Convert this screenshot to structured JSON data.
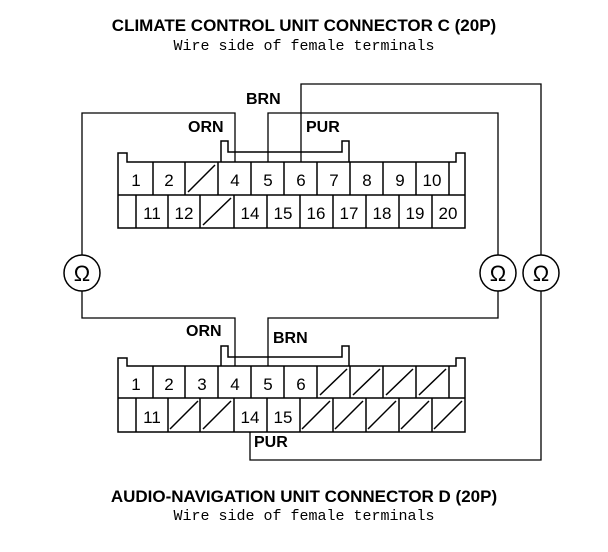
{
  "connector_c": {
    "title": "CLIMATE CONTROL UNIT CONNECTOR C (20P)",
    "subtitle": "Wire side of female terminals",
    "top_row": [
      "1",
      "2",
      "",
      "4",
      "5",
      "6",
      "7",
      "8",
      "9",
      "10"
    ],
    "bottom_row": [
      "11",
      "12",
      "",
      "14",
      "15",
      "16",
      "17",
      "18",
      "19",
      "20"
    ]
  },
  "connector_d": {
    "title": "AUDIO-NAVIGATION UNIT CONNECTOR D (20P)",
    "subtitle": "Wire side of female terminals",
    "top_row": [
      "1",
      "2",
      "3",
      "4",
      "5",
      "6",
      "",
      "",
      "",
      ""
    ],
    "bottom_row": [
      "11",
      "",
      "",
      "14",
      "15",
      "",
      "",
      "",
      "",
      ""
    ]
  },
  "wires": {
    "orn_upper": "ORN",
    "brn_upper": "BRN",
    "pur_upper": "PUR",
    "orn_lower": "ORN",
    "brn_lower": "BRN",
    "pur_lower": "PUR"
  },
  "meters": {
    "symbol": "Ω",
    "icon": "ohmmeter-icon"
  }
}
